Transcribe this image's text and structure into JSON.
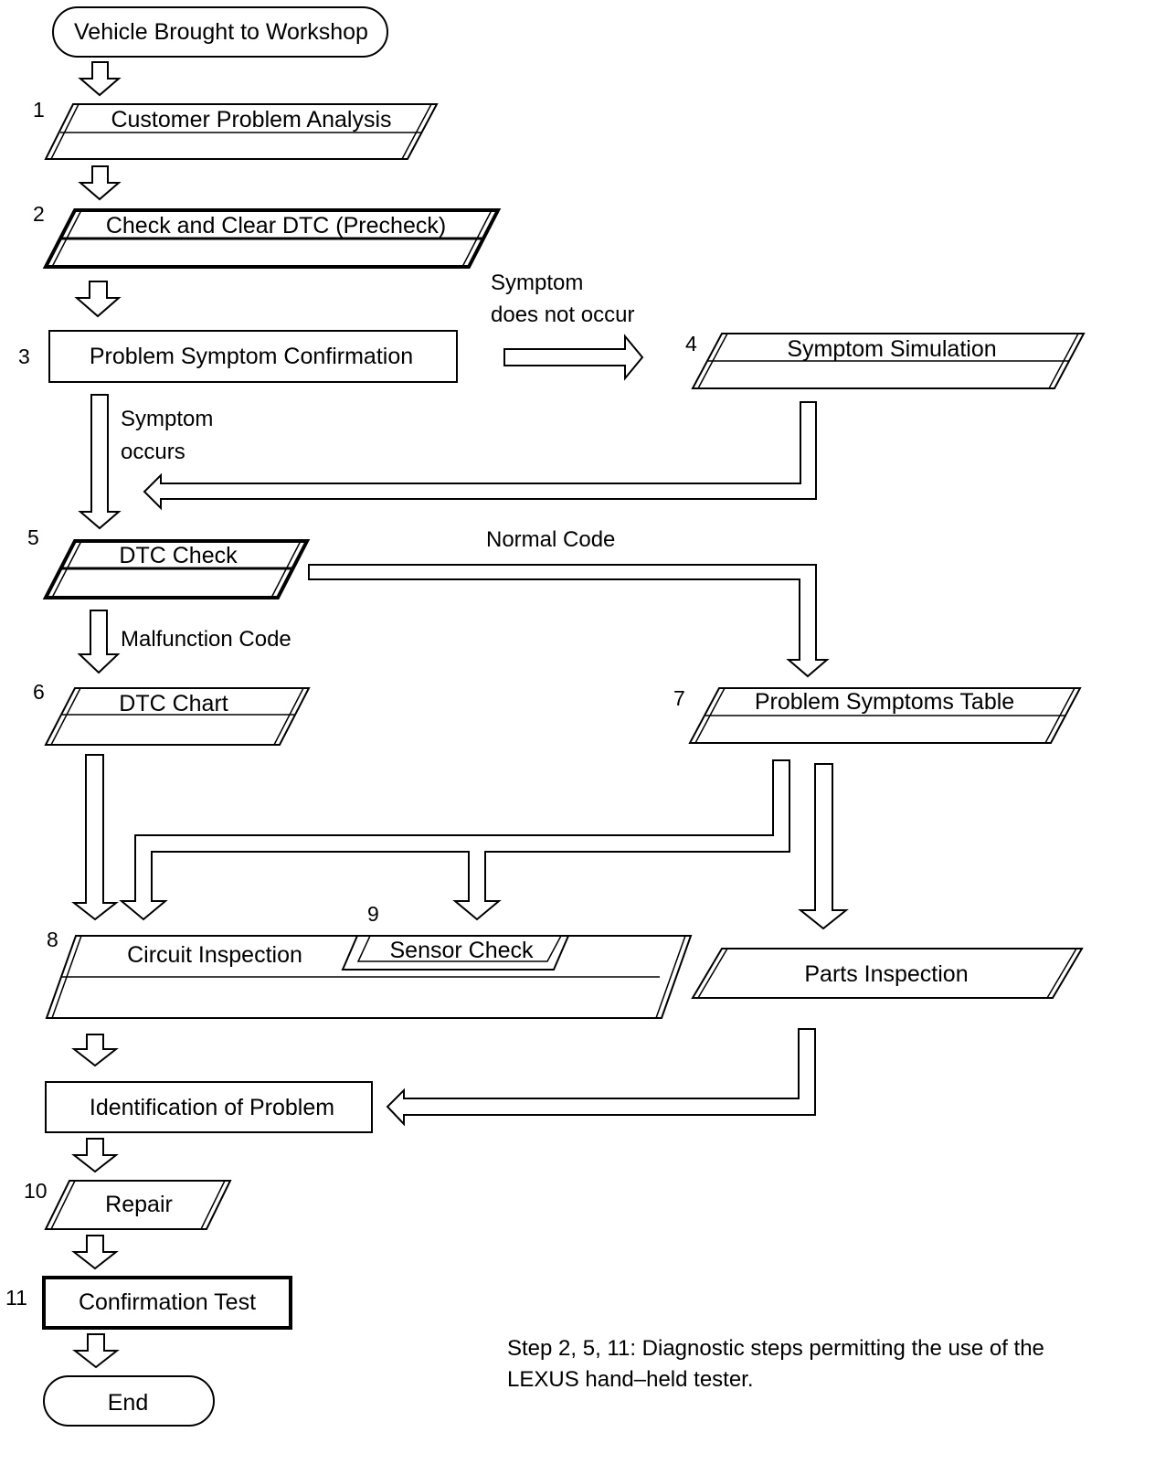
{
  "steps": {
    "start": "Vehicle Brought to Workshop",
    "s1": {
      "num": "1",
      "label": "Customer Problem Analysis"
    },
    "s2": {
      "num": "2",
      "label": "Check and Clear DTC (Precheck)"
    },
    "s3": {
      "num": "3",
      "label": "Problem Symptom Confirmation"
    },
    "s4": {
      "num": "4",
      "label": "Symptom Simulation"
    },
    "s5": {
      "num": "5",
      "label": "DTC Check"
    },
    "s6": {
      "num": "6",
      "label": "DTC Chart"
    },
    "s7": {
      "num": "7",
      "label": "Problem Symptoms Table"
    },
    "s8": {
      "num": "8",
      "label": "Circuit Inspection"
    },
    "s9": {
      "num": "9",
      "label": "Sensor Check"
    },
    "parts": "Parts Inspection",
    "ident": "Identification of Problem",
    "s10": {
      "num": "10",
      "label": "Repair"
    },
    "s11": {
      "num": "11",
      "label": "Confirmation Test"
    },
    "end": "End"
  },
  "labels": {
    "not_occur_1": "Symptom",
    "not_occur_2": "does not occur",
    "occurs_1": "Symptom",
    "occurs_2": "occurs",
    "normal_code": "Normal Code",
    "malfunction_code": "Malfunction Code"
  },
  "note": {
    "line1": "Step 2, 5, 11: Diagnostic steps permitting the use of the",
    "line2": "LEXUS hand–held tester."
  }
}
